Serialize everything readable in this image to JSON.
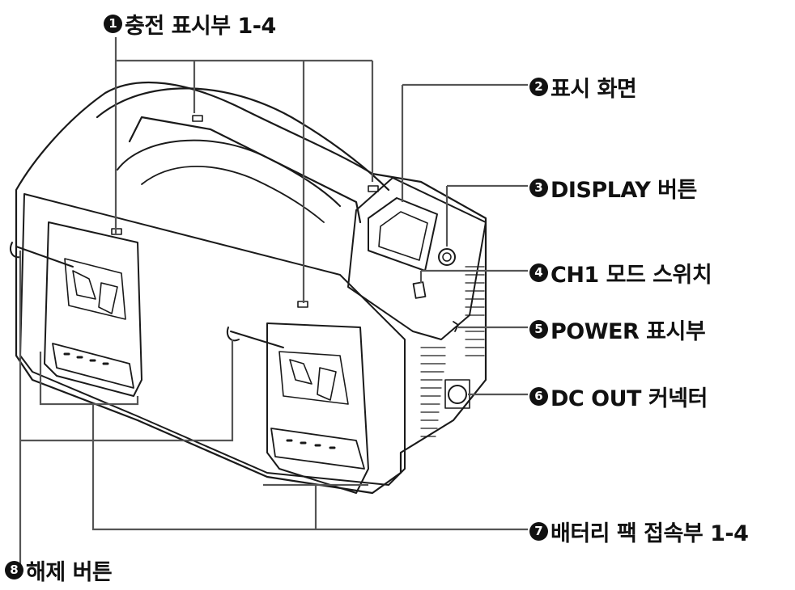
{
  "callouts": [
    {
      "num": "1",
      "text": "충전 표시부 1-4"
    },
    {
      "num": "2",
      "text": "표시 화면"
    },
    {
      "num": "3",
      "text": "DISPLAY 버튼"
    },
    {
      "num": "4",
      "text": "CH1 모드 스위치"
    },
    {
      "num": "5",
      "text": "POWER 표시부"
    },
    {
      "num": "6",
      "text": "DC OUT 커넥터"
    },
    {
      "num": "7",
      "text": "배터리 팩 접속부 1-4"
    },
    {
      "num": "8",
      "text": "해제 버튼"
    }
  ],
  "colors": {
    "line": "#555555",
    "ink": "#111111"
  }
}
